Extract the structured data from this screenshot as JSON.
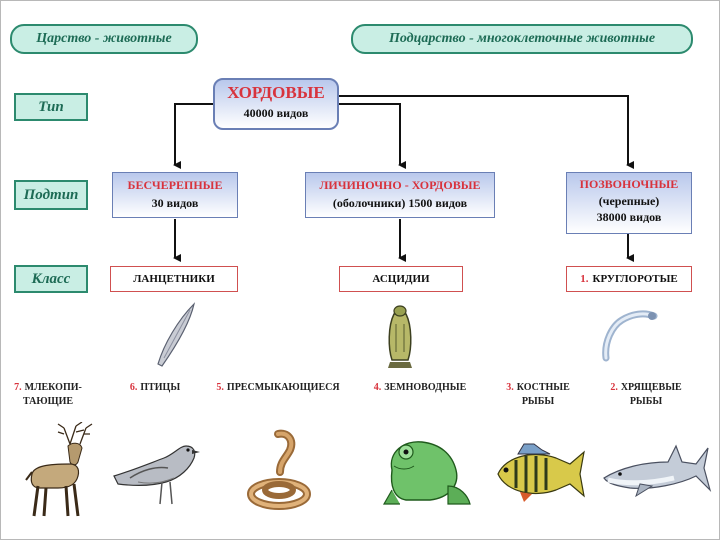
{
  "header": {
    "kingdom": "Царство - животные",
    "subkingdom": "Подцарство - многоклеточные животные"
  },
  "row_labels": {
    "type": "Тип",
    "subtype": "Подтип",
    "class": "Класс"
  },
  "root": {
    "name": "ХОРДОВЫЕ",
    "count": "40000 видов"
  },
  "subtypes": [
    {
      "name": "БЕСЧЕРЕПНЫЕ",
      "count": "30 видов"
    },
    {
      "name": "ЛИЧИНОЧНО - ХОРДОВЫЕ",
      "count": "(оболочники) 1500 видов"
    },
    {
      "name": "ПОЗВОНОЧНЫЕ",
      "extra": "(черепные)",
      "count": "38000 видов"
    }
  ],
  "classes": [
    {
      "num": "",
      "name": "ЛАНЦЕТНИКИ"
    },
    {
      "num": "",
      "name": "АСЦИДИИ"
    },
    {
      "num": "1.",
      "name": "КРУГЛОРОТЫЕ"
    }
  ],
  "vertebrate_classes": [
    {
      "num": "7.",
      "line1": "МЛЕКОПИ-",
      "line2": "ТАЮЩИЕ"
    },
    {
      "num": "6.",
      "line1": "ПТИЦЫ",
      "line2": ""
    },
    {
      "num": "5.",
      "line1": "ПРЕСМЫКАЮЩИЕСЯ",
      "line2": ""
    },
    {
      "num": "4.",
      "line1": "ЗЕМНОВОДНЫЕ",
      "line2": ""
    },
    {
      "num": "3.",
      "line1": "КОСТНЫЕ",
      "line2": "РЫБЫ"
    },
    {
      "num": "2.",
      "line1": "ХРЯЩЕВЫЕ",
      "line2": "РЫБЫ"
    }
  ],
  "icons": {
    "lancelet": "lancelet-icon",
    "ascidian": "ascidian-icon",
    "lamprey": "lamprey-icon",
    "deer": "deer-icon",
    "bird": "bird-icon",
    "snake": "snake-icon",
    "frog": "frog-icon",
    "perch": "perch-icon",
    "shark": "shark-icon"
  },
  "colors": {
    "label_fill": "#c9eee4",
    "label_border": "#2c8a6e",
    "title_red": "#d8333d",
    "box_border": "#6a7fb5"
  }
}
